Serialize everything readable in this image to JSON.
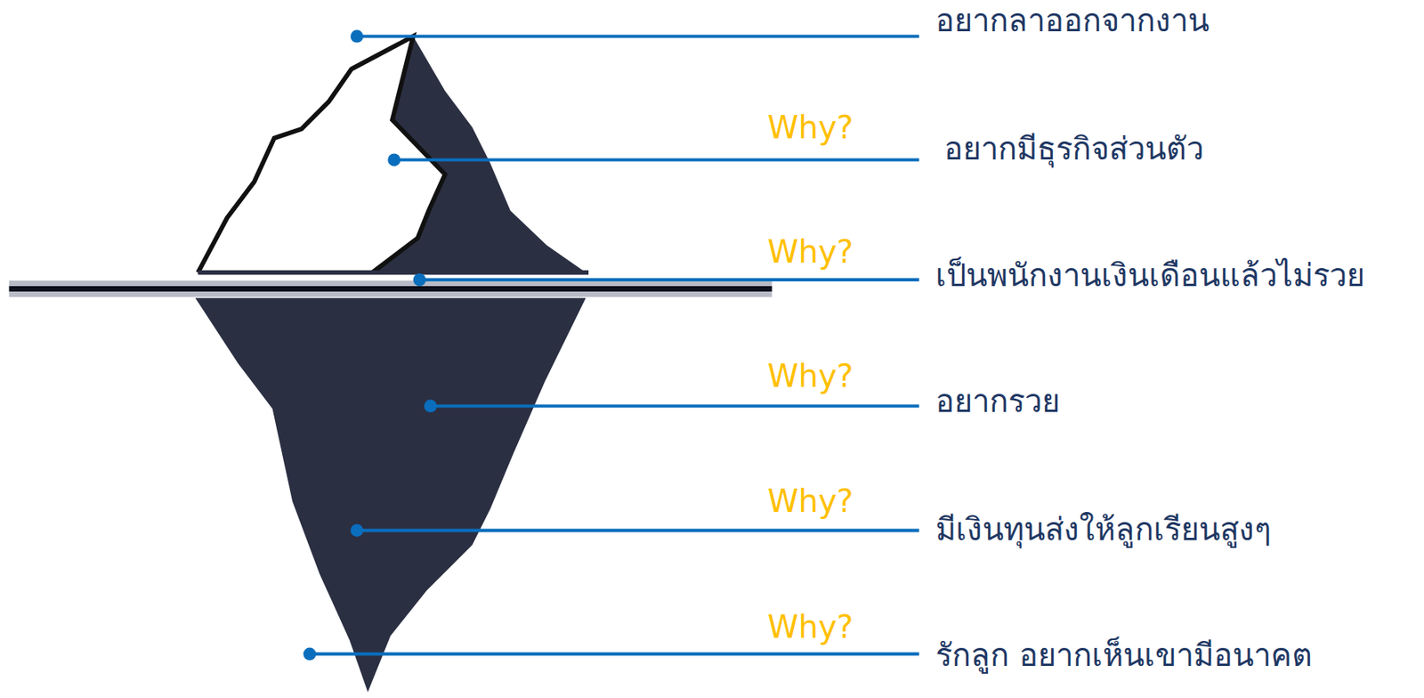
{
  "diagram": {
    "labels": [
      "อยากลาออกจากงาน",
      "Why?",
      "อยากมีธุรกิจส่วนตัว",
      "Why?",
      "เป็นพนักงานเงินเดือนแล้วไม่รวย",
      "Why?",
      "อยากรวย",
      "Why?",
      "มีเงินทุนส่งให้ลูกเรียนสูงๆ",
      "Why?",
      "รักลูก อยากเห็นเขามีอนาคต"
    ]
  }
}
